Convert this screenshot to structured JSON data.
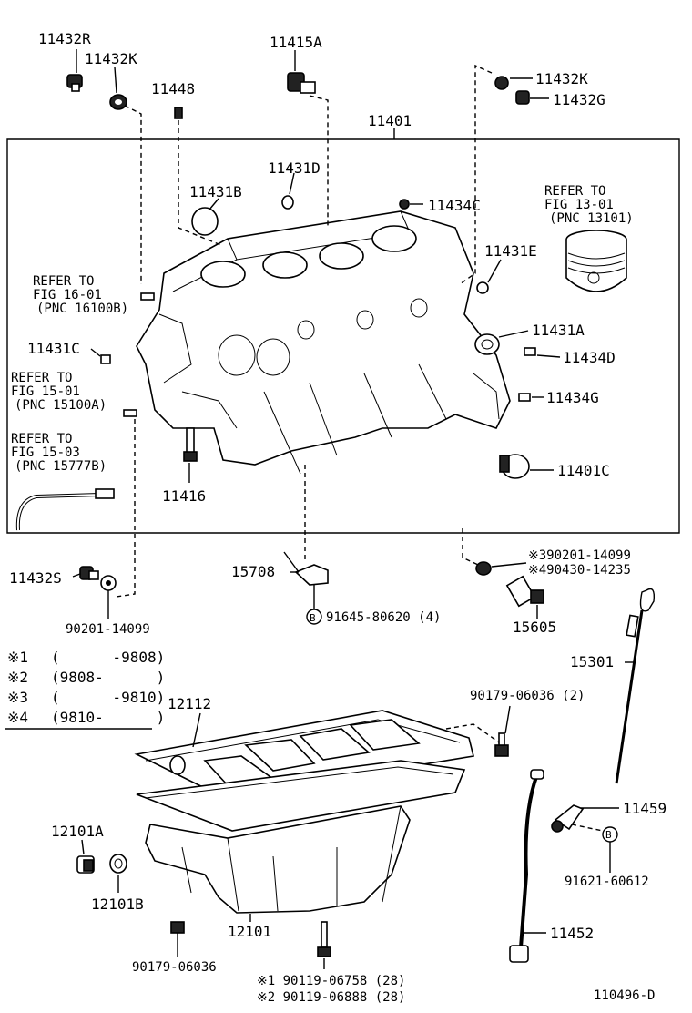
{
  "labels": {
    "p11432R": "11432R",
    "p11432K_a": "11432K",
    "p11415A": "11415A",
    "p11448": "11448",
    "p11432K_b": "11432K",
    "p11432G": "11432G",
    "p11401": "11401",
    "p11431D": "11431D",
    "p11431B": "11431B",
    "p11434C": "11434C",
    "p11431E": "11431E",
    "p11431A": "11431A",
    "p11431C": "11431C",
    "p11434D": "11434D",
    "p11434G": "11434G",
    "p11416": "11416",
    "p11401C": "11401C",
    "p11432S": "11432S",
    "p15708": "15708",
    "p15605": "15605",
    "p15301": "15301",
    "p12112": "12112",
    "p12101A": "12101A",
    "p12101B": "12101B",
    "p12101": "12101",
    "p11459": "11459",
    "p11452": "11452",
    "p90201_14099": "90201-14099",
    "p91645": "91645-80620 (4)",
    "p90201_alt": "※390201-14099",
    "p90430": "※490430-14235",
    "p90179_06036_2": "90179-06036 (2)",
    "p91621": "91621-60612",
    "p90179_06036": "90179-06036",
    "p90119_06758": "※1 90119-06758 (28)",
    "p90119_06888": "※2 90119-06888 (28)",
    "b_glyph_1": "B",
    "b_glyph_2": "B",
    "diagram_id": "110496-D"
  },
  "refs": {
    "r1": [
      "REFER TO",
      "FIG 13-01",
      "(PNC 13101)"
    ],
    "r2": [
      "REFER TO",
      "FIG 16-01",
      "(PNC 16100B)"
    ],
    "r3": [
      "REFER TO",
      "FIG 15-01",
      "(PNC 15100A)"
    ],
    "r4": [
      "REFER TO",
      "FIG 15-03",
      "(PNC 15777B)"
    ]
  },
  "legend": [
    {
      "mark": "※1",
      "range": "(      -9808)"
    },
    {
      "mark": "※2",
      "range": "(9808-      )"
    },
    {
      "mark": "※3",
      "range": "(      -9810)"
    },
    {
      "mark": "※4",
      "range": "(9810-      )"
    }
  ]
}
